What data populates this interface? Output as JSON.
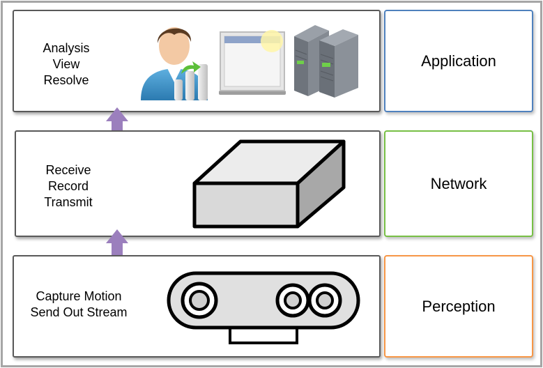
{
  "layers": [
    {
      "name": "Application",
      "lines": [
        "Analysis",
        "View",
        "Resolve"
      ],
      "accent": "#4f81bd",
      "icons": [
        "user-with-chart-icon",
        "monitor-window-icon",
        "server-rack-icon"
      ]
    },
    {
      "name": "Network",
      "lines": [
        "Receive",
        "Record",
        "Transmit"
      ],
      "accent": "#77bf45",
      "icons": [
        "network-box-icon"
      ]
    },
    {
      "name": "Perception",
      "lines": [
        "Capture Motion",
        "Send Out Stream"
      ],
      "accent": "#f79646",
      "icons": [
        "depth-camera-icon"
      ]
    }
  ],
  "arrow_color": "#9b7fbd"
}
